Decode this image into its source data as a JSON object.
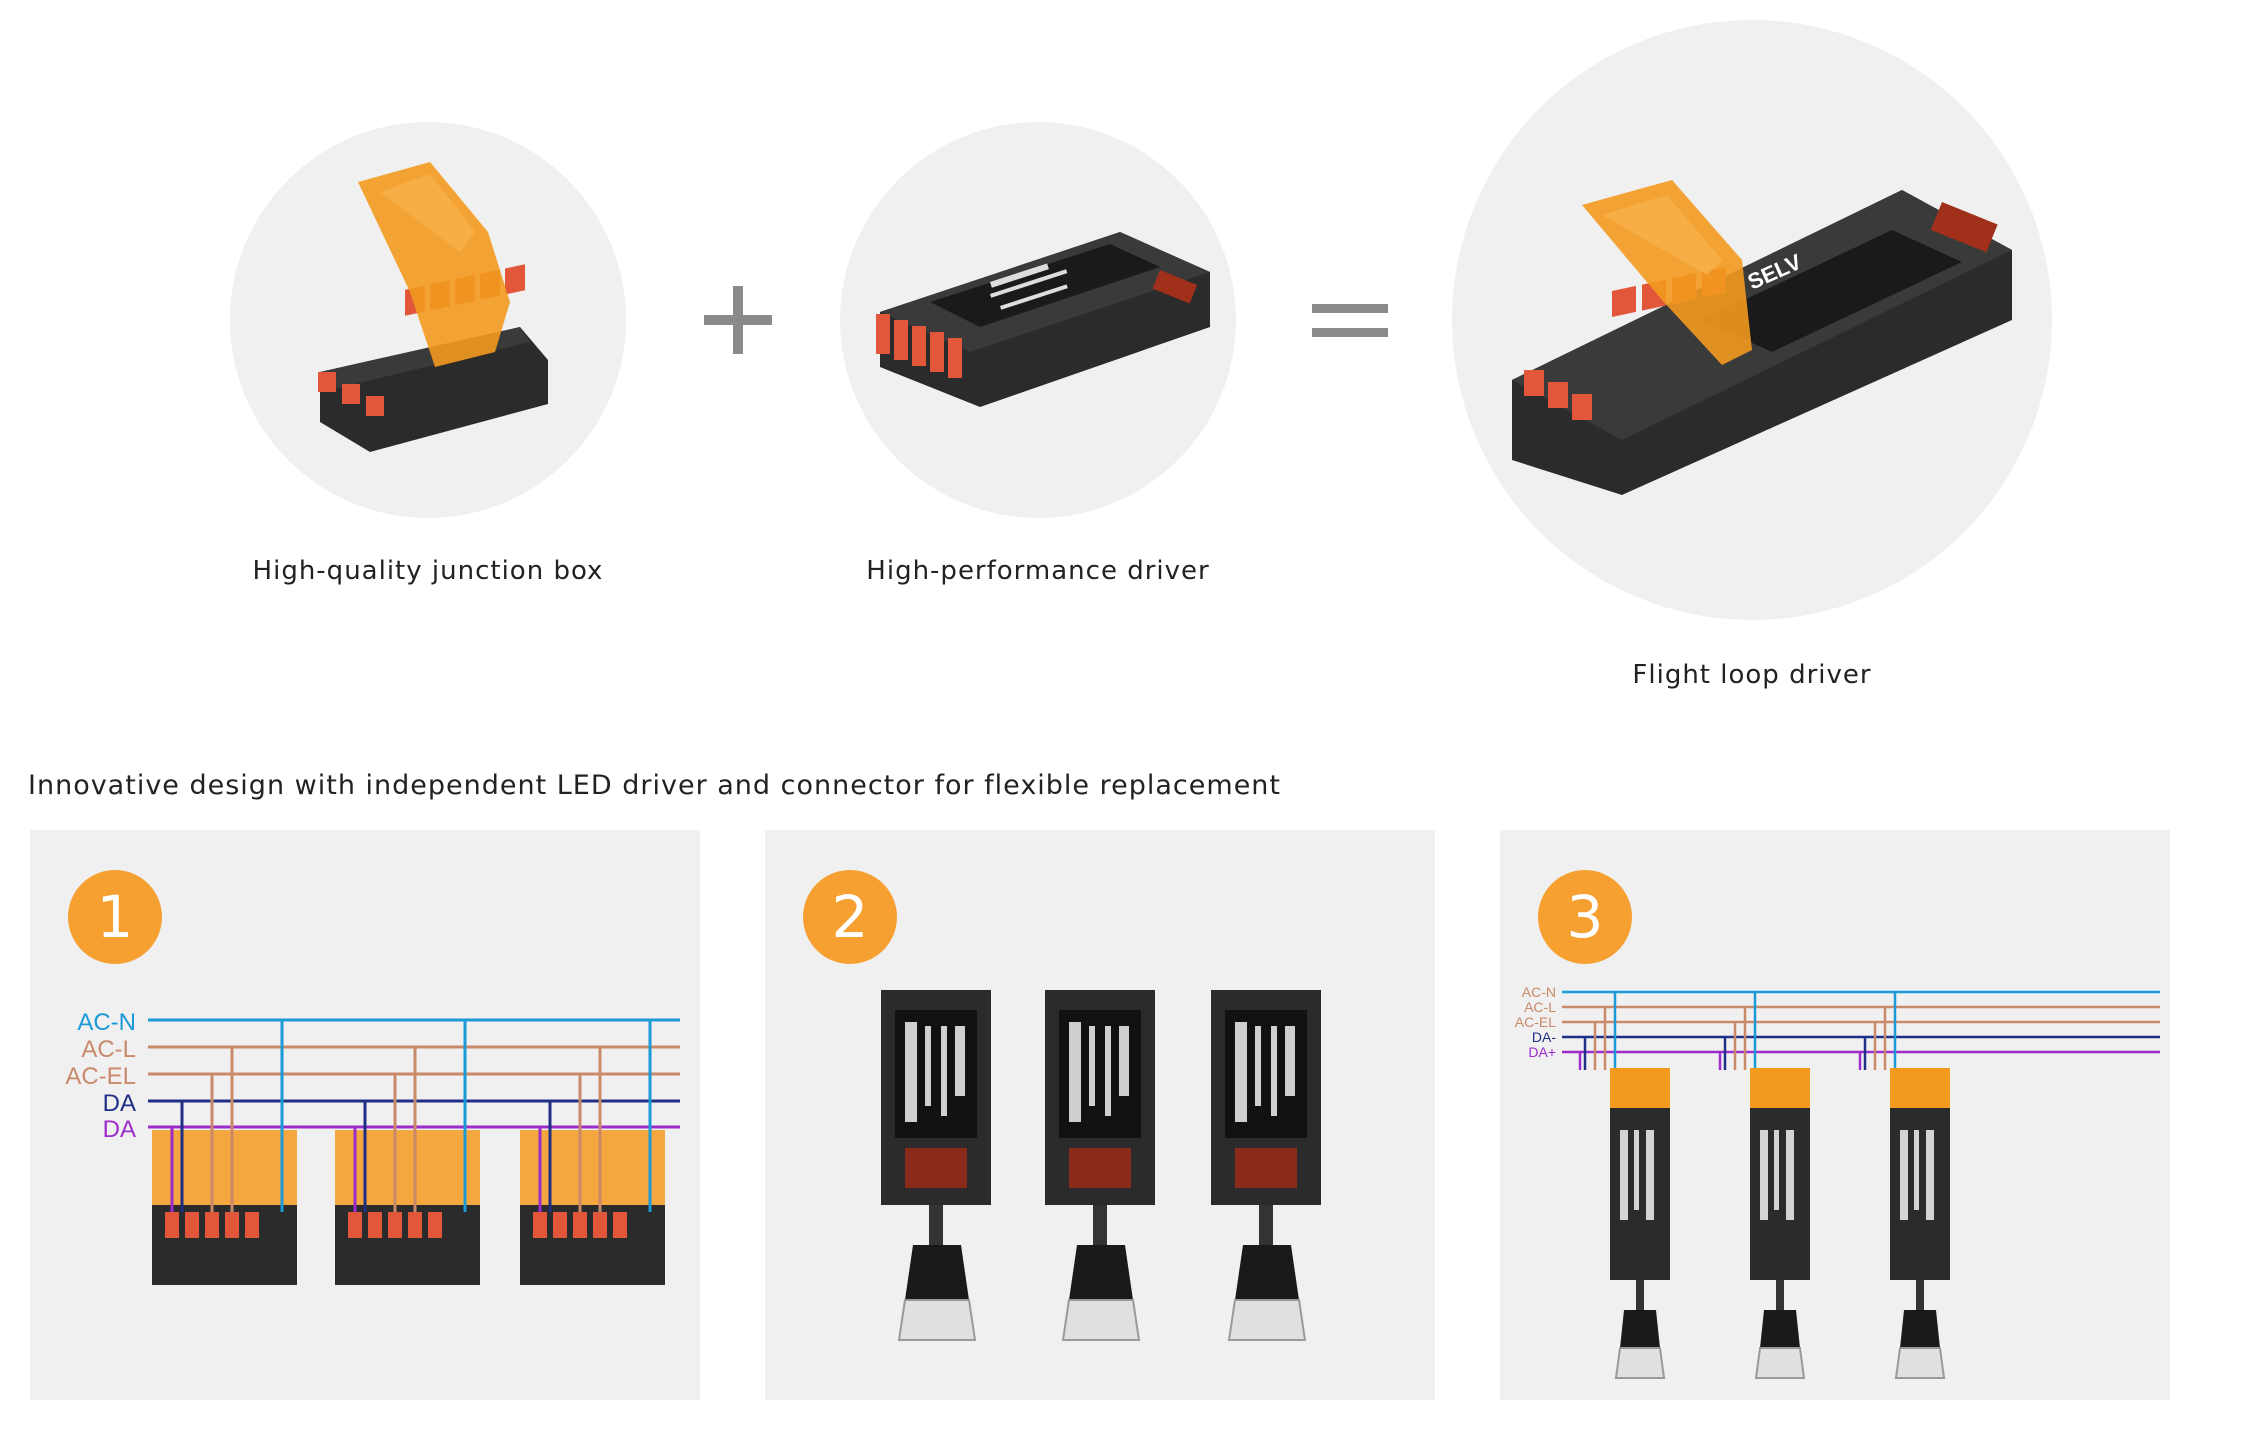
{
  "top": {
    "junction_label": "High-quality junction box",
    "driver_label": "High-performance driver",
    "result_label": "Flight loop driver",
    "plus_symbol": "+",
    "equals_symbol": "="
  },
  "headline": "Innovative design with independent LED driver and connector for flexible replacement",
  "panels": [
    {
      "number": "1",
      "wires": [
        {
          "label": "AC-N",
          "color": "#1a9ad6"
        },
        {
          "label": "AC-L",
          "color": "#c9896a"
        },
        {
          "label": "AC-EL",
          "color": "#c9896a"
        },
        {
          "label": "DA",
          "color": "#1f2f86"
        },
        {
          "label": "DA",
          "color": "#9b2cc9"
        }
      ]
    },
    {
      "number": "2"
    },
    {
      "number": "3",
      "wires": [
        {
          "label": "AC-N",
          "color": "#1a9ad6"
        },
        {
          "label": "AC-L",
          "color": "#c9896a"
        },
        {
          "label": "AC-EL",
          "color": "#c9896a"
        },
        {
          "label": "DA-",
          "color": "#1f2f86"
        },
        {
          "label": "DA+",
          "color": "#9b2cc9"
        }
      ]
    }
  ],
  "colors": {
    "badge": "#f6a032",
    "orange_cover": "#f39a1e",
    "terminal_red": "#e2563a",
    "housing": "#2b2b2b",
    "circle_bg": "#f0f0f0"
  }
}
